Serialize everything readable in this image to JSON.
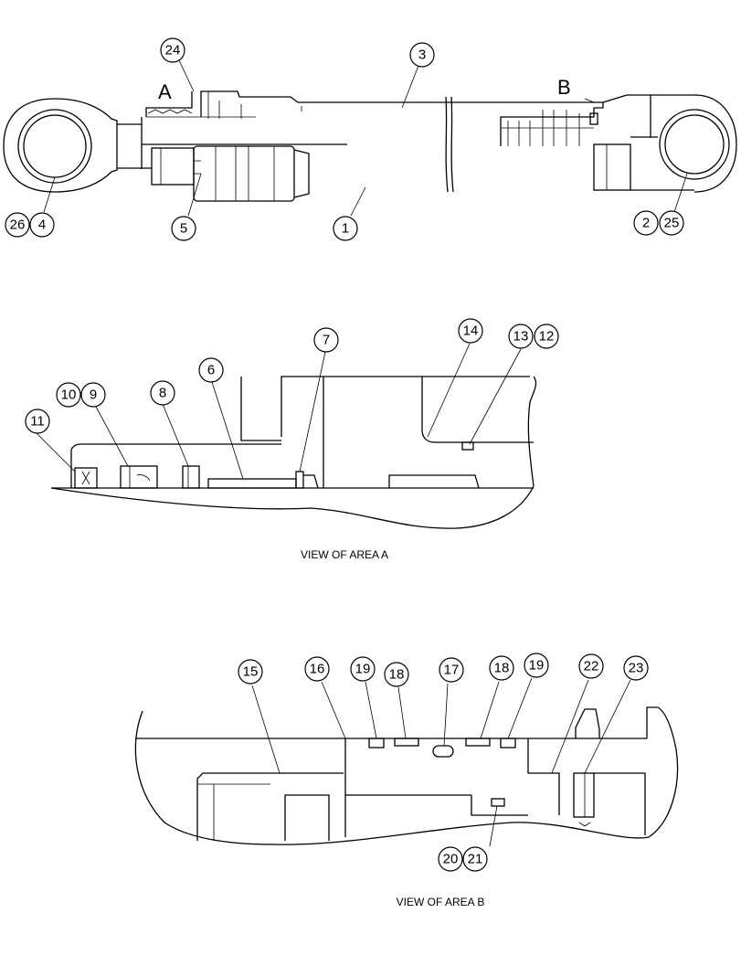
{
  "area_labels": {
    "a": "A",
    "b": "B"
  },
  "captions": {
    "view_a": "VIEW OF AREA A",
    "view_b": "VIEW OF AREA B"
  },
  "callouts": {
    "main": [
      "24",
      "3",
      "26",
      "4",
      "5",
      "1",
      "2",
      "25"
    ],
    "view_a": [
      "14",
      "13",
      "12",
      "7",
      "6",
      "10",
      "9",
      "8",
      "11"
    ],
    "view_b": [
      "15",
      "16",
      "19",
      "18",
      "17",
      "18",
      "19",
      "22",
      "23",
      "20",
      "21"
    ]
  }
}
